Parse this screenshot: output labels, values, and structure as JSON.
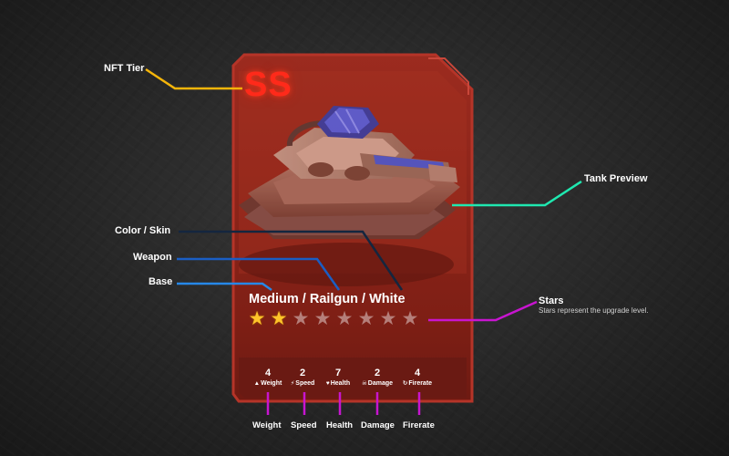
{
  "card": {
    "tier": "SS",
    "tank_name": "Medium / Railgun / White",
    "stars": {
      "filled": 2,
      "total": 8
    },
    "stats": [
      {
        "value": "4",
        "label": "Weight",
        "icon": "weight-icon"
      },
      {
        "value": "2",
        "label": "Speed",
        "icon": "lightning-icon"
      },
      {
        "value": "7",
        "label": "Health",
        "icon": "heart-icon"
      },
      {
        "value": "2",
        "label": "Damage",
        "icon": "skull-icon"
      },
      {
        "value": "4",
        "label": "Firerate",
        "icon": "refresh-icon"
      }
    ]
  },
  "annotations": {
    "nft_tier": "NFT Tier",
    "tank_preview": "Tank Preview",
    "color_skin": "Color / Skin",
    "weapon": "Weapon",
    "base": "Base",
    "stars_title": "Stars",
    "stars_desc": "Stars represent the upgrade level."
  },
  "stat_labels_below": [
    "Weight",
    "Speed",
    "Health",
    "Damage",
    "Firerate"
  ],
  "colors": {
    "nft_tier_line": "#f5b50a",
    "tank_preview_line": "#1fe8b0",
    "color_skin_line": "#14263f",
    "weapon_line": "#1a5ec4",
    "base_line": "#2688e8",
    "stars_line": "#c815d0",
    "stats_lines": "#c815d0",
    "card_fill": "#8a2318",
    "card_border": "#b53428",
    "tier_text": "#ff2a1a",
    "star_filled": "#ffc42a",
    "star_empty": "#b57f7a"
  }
}
